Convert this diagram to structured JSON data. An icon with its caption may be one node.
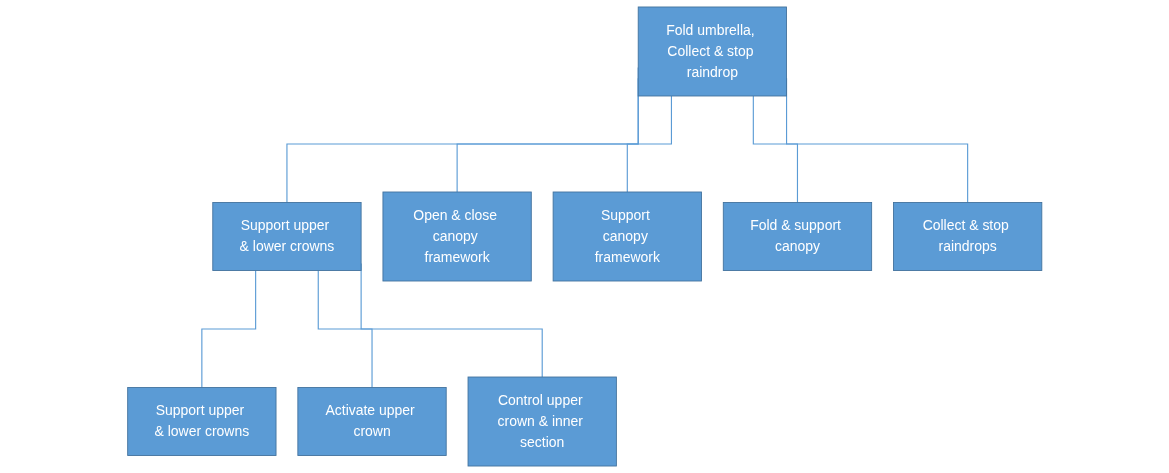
{
  "diagram": {
    "nodes": [
      {
        "text": [
          "Fold umbrella, Collect & stop raindrop"
        ]
      },
      {
        "text": [
          "Support upper & lower crowns"
        ]
      },
      {
        "text": [
          "Open & close canopy framework"
        ]
      },
      {
        "text": [
          "Support canopy framework"
        ]
      },
      {
        "text": [
          "Fold & support canopy"
        ]
      },
      {
        "text": [
          "Collect & stop raindrops"
        ]
      },
      {
        "text": [
          "Support upper & lower crowns"
        ]
      },
      {
        "text": [
          "Activate upper crown"
        ]
      },
      {
        "text": [
          "Control upper crown & inner section"
        ]
      }
    ],
    "edges": [
      {
        "from": 0,
        "to": 1,
        "arrow": "none"
      },
      {
        "from": 0,
        "to": 2,
        "arrow": "none"
      },
      {
        "from": 0,
        "to": 3,
        "arrow": "none"
      },
      {
        "from": 0,
        "to": 4,
        "arrow": "none"
      },
      {
        "from": 0,
        "to": 5,
        "arrow": "none"
      },
      {
        "from": 1,
        "to": 6,
        "arrow": "none"
      },
      {
        "from": 1,
        "to": 7,
        "arrow": "none"
      },
      {
        "from": 1,
        "to": 8,
        "arrow": "none"
      }
    ]
  }
}
